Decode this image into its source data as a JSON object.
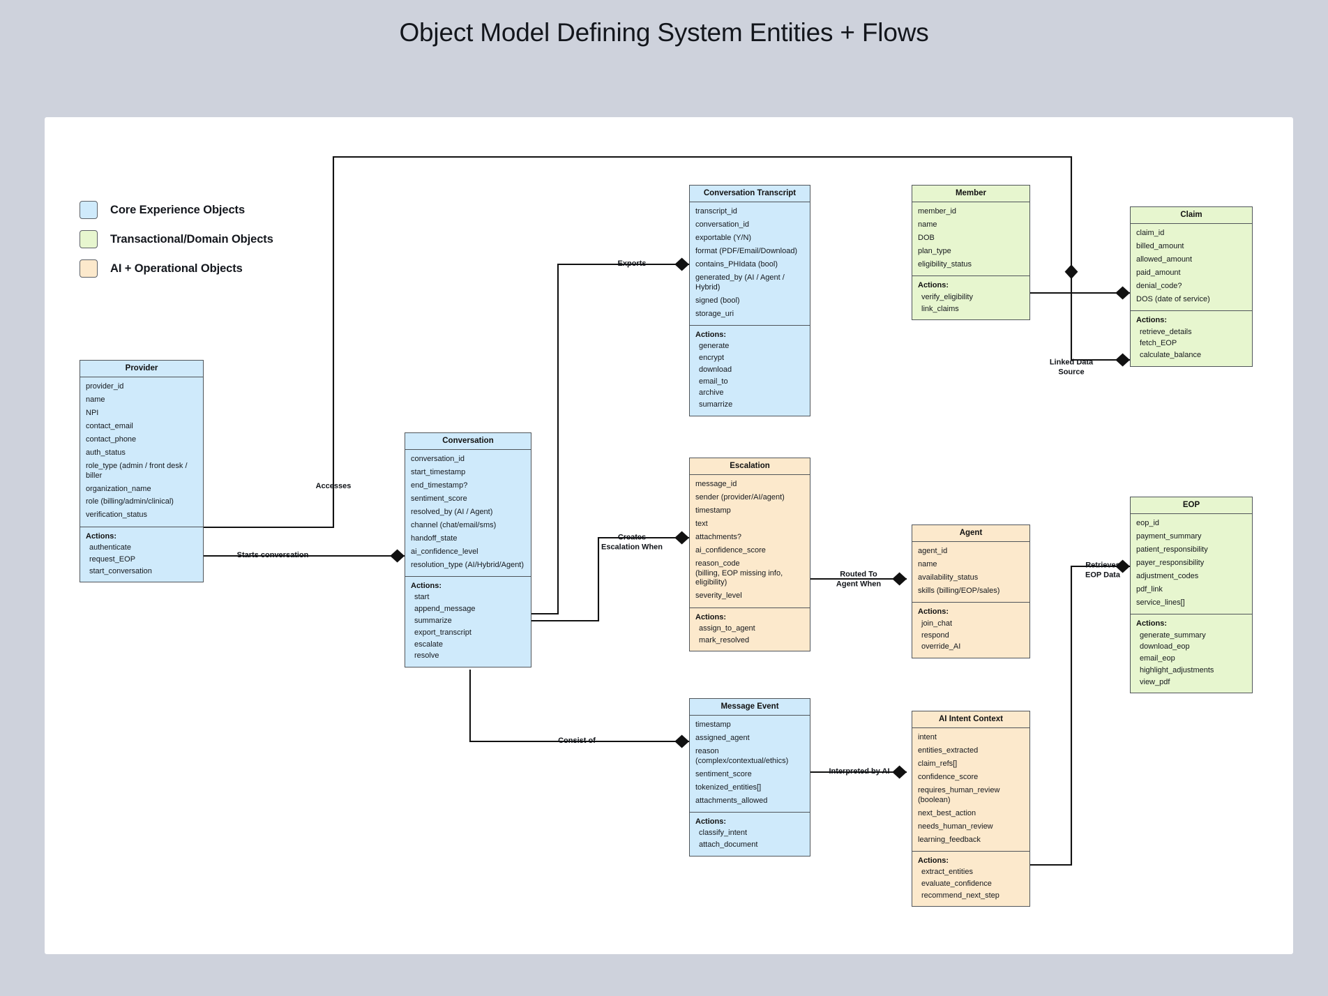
{
  "title": "Object Model Defining System Entities + Flows",
  "colors": {
    "page_background": "#ced2dc",
    "canvas": "#ffffff",
    "core_experience": "#cfeafb",
    "transactional_domain": "#e7f6cf",
    "ai_operational": "#fce9cc",
    "stroke": "#4f5459"
  },
  "legend": [
    {
      "label": "Core Experience Objects",
      "color": "#cfeafb"
    },
    {
      "label": "Transactional/Domain Objects",
      "color": "#e7f6cf"
    },
    {
      "label": "AI + Operational Objects",
      "color": "#fce9cc"
    }
  ],
  "nodes": [
    {
      "id": "provider",
      "title": "Provider",
      "category": "Core Experience Objects",
      "attributes": [
        "provider_id",
        "name",
        "NPI",
        "contact_email",
        "contact_phone",
        "auth_status",
        "role_type (admin / front desk / biller",
        "organization_name",
        "role (billing/admin/clinical)",
        "verification_status"
      ],
      "actions_label": "Actions:",
      "actions": [
        "authenticate",
        "request_EOP",
        "start_conversation"
      ]
    },
    {
      "id": "conversation",
      "title": "Conversation",
      "category": "Core Experience Objects",
      "attributes": [
        "conversation_id",
        "start_timestamp",
        "end_timestamp?",
        "sentiment_score",
        "resolved_by (AI / Agent)",
        "channel (chat/email/sms)",
        "handoff_state",
        "ai_confidence_level",
        "resolution_type (AI/Hybrid/Agent)"
      ],
      "actions_label": "Actions:",
      "actions": [
        "start",
        "append_message",
        "summarize",
        "export_transcript",
        "escalate",
        "resolve"
      ]
    },
    {
      "id": "conversation-transcript",
      "title": "Conversation Transcript",
      "category": "Core Experience Objects",
      "attributes": [
        "transcript_id",
        "conversation_id",
        "exportable (Y/N)",
        "format (PDF/Email/Download)",
        "contains_PHIdata (bool)",
        "generated_by (AI / Agent / Hybrid)",
        "signed (bool)",
        "storage_uri"
      ],
      "actions_label": "Actions:",
      "actions": [
        "generate",
        "encrypt",
        "download",
        "email_to",
        "archive",
        "sumarrize"
      ]
    },
    {
      "id": "member",
      "title": "Member",
      "category": "Transactional/Domain Objects",
      "attributes": [
        "member_id",
        "name",
        "DOB",
        "plan_type",
        "eligibility_status"
      ],
      "actions_label": "Actions:",
      "actions": [
        "verify_eligibility",
        "link_claims"
      ]
    },
    {
      "id": "claim",
      "title": "Claim",
      "category": "Transactional/Domain Objects",
      "attributes": [
        "claim_id",
        "billed_amount",
        "allowed_amount",
        "paid_amount",
        "denial_code?",
        "DOS (date of service)"
      ],
      "actions_label": "Actions:",
      "actions": [
        "retrieve_details",
        "fetch_EOP",
        "calculate_balance"
      ]
    },
    {
      "id": "escalation",
      "title": "Escalation",
      "category": "AI + Operational Objects",
      "attributes": [
        "message_id",
        "sender (provider/AI/agent)",
        "timestamp",
        "text",
        "attachments?",
        "ai_confidence_score",
        "reason_code\n(billing, EOP missing info, eligibility)",
        "severity_level"
      ],
      "actions_label": "Actions:",
      "actions": [
        "assign_to_agent",
        "mark_resolved"
      ]
    },
    {
      "id": "agent",
      "title": "Agent",
      "category": "AI + Operational Objects",
      "attributes": [
        "agent_id",
        "name",
        "availability_status",
        "skills (billing/EOP/sales)"
      ],
      "actions_label": "Actions:",
      "actions": [
        "join_chat",
        "respond",
        "override_AI"
      ]
    },
    {
      "id": "eop",
      "title": "EOP",
      "category": "Transactional/Domain Objects",
      "attributes": [
        "eop_id",
        "payment_summary",
        "patient_responsibility",
        "payer_responsibility",
        "adjustment_codes",
        "pdf_link",
        "service_lines[]"
      ],
      "actions_label": "Actions:",
      "actions": [
        "generate_summary",
        "download_eop",
        "email_eop",
        "highlight_adjustments",
        "view_pdf"
      ]
    },
    {
      "id": "message-event",
      "title": "Message Event",
      "category": "Core Experience Objects",
      "attributes": [
        "timestamp",
        "assigned_agent",
        "reason (complex/contextual/ethics)",
        "sentiment_score",
        "tokenized_entities[]",
        "attachments_allowed"
      ],
      "actions_label": "Actions:",
      "actions": [
        "classify_intent",
        "attach_document"
      ]
    },
    {
      "id": "ai-intent-context",
      "title": "AI Intent Context",
      "category": "AI + Operational Objects",
      "attributes": [
        "intent",
        "entities_extracted",
        "claim_refs[]",
        "confidence_score",
        "requires_human_review (boolean)",
        "next_best_action",
        "needs_human_review",
        "learning_feedback"
      ],
      "actions_label": "Actions:",
      "actions": [
        "extract_entities",
        "evaluate_confidence",
        "recommend_next_step"
      ]
    }
  ],
  "edges": [
    {
      "id": "accesses",
      "label": "Accesses",
      "from": "provider",
      "to": "conversation-transcript"
    },
    {
      "id": "starts-conversation",
      "label": "Starts conversation",
      "from": "provider",
      "to": "conversation"
    },
    {
      "id": "exports",
      "label": "Exports",
      "from": "conversation",
      "to": "conversation-transcript"
    },
    {
      "id": "creates-escalation-when",
      "label": "Creates\nEscalation When",
      "from": "conversation",
      "to": "escalation"
    },
    {
      "id": "consist-of",
      "label": "Consist of",
      "from": "conversation",
      "to": "message-event"
    },
    {
      "id": "routed-to-agent-when",
      "label": "Routed To\nAgent When",
      "from": "escalation",
      "to": "agent"
    },
    {
      "id": "interpreted-by-ai",
      "label": "Interpreted by AI",
      "from": "message-event",
      "to": "ai-intent-context"
    },
    {
      "id": "linked-data-source",
      "label": "Linked Data\nSource",
      "from": "member",
      "to": "claim"
    },
    {
      "id": "retrieves-eop-data",
      "label": "Retrieves\nEOP Data",
      "from": "ai-intent-context",
      "to": "eop"
    }
  ]
}
